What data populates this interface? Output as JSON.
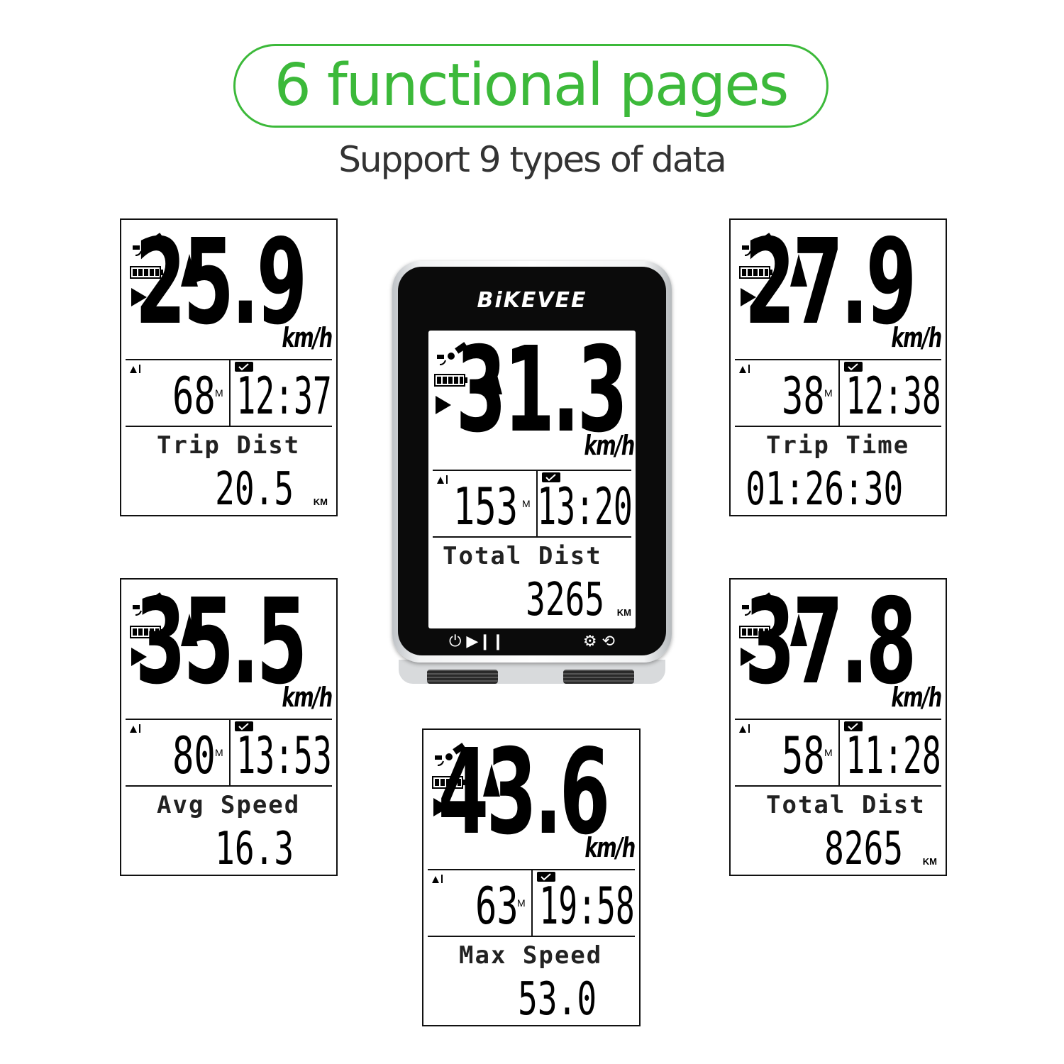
{
  "headline": "6 functional pages",
  "subheadline": "Support 9 types of data",
  "colors": {
    "accent": "#3cb93a",
    "lcd_bg": "#ffffff",
    "lcd_ink": "#000000",
    "device_body": "#0b0b0b"
  },
  "device": {
    "brand": "BiKEVEE",
    "buttons": {
      "left": "⏻ ▶❙❙",
      "right": "⚙ ⟲"
    },
    "screen": {
      "speed": "31.3",
      "speed_unit": "km/h",
      "altitude": "153",
      "altitude_unit": "M",
      "clock": "13:20",
      "label": "Total Dist",
      "value": "3265",
      "value_unit": "KM"
    }
  },
  "screens": {
    "top_left": {
      "speed": "25.9",
      "speed_unit": "km/h",
      "altitude": "68",
      "altitude_unit": "M",
      "clock": "12:37",
      "label": "Trip Dist",
      "value": "20.5",
      "value_unit": "KM"
    },
    "top_right": {
      "speed": "27.9",
      "speed_unit": "km/h",
      "altitude": "38",
      "altitude_unit": "M",
      "clock": "12:38",
      "label": "Trip Time",
      "value": "01:26:30",
      "value_unit": ""
    },
    "middle_left": {
      "speed": "35.5",
      "speed_unit": "km/h",
      "altitude": "80",
      "altitude_unit": "M",
      "clock": "13:53",
      "label": "Avg Speed",
      "value": "16.3",
      "value_unit": ""
    },
    "middle_right": {
      "speed": "37.8",
      "speed_unit": "km/h",
      "altitude": "58",
      "altitude_unit": "M",
      "clock": "11:28",
      "label": "Total Dist",
      "value": "8265",
      "value_unit": "KM"
    },
    "bottom_center": {
      "speed": "43.6",
      "speed_unit": "km/h",
      "altitude": "63",
      "altitude_unit": "M",
      "clock": "19:58",
      "label": "Max Speed",
      "value": "53.0",
      "value_unit": ""
    }
  },
  "icons": [
    "satellite-icon",
    "battery-icon",
    "play-icon",
    "trend-up-icon",
    "altitude-icon",
    "check-icon",
    "power-icon",
    "pause-icon",
    "gear-icon",
    "refresh-icon"
  ]
}
